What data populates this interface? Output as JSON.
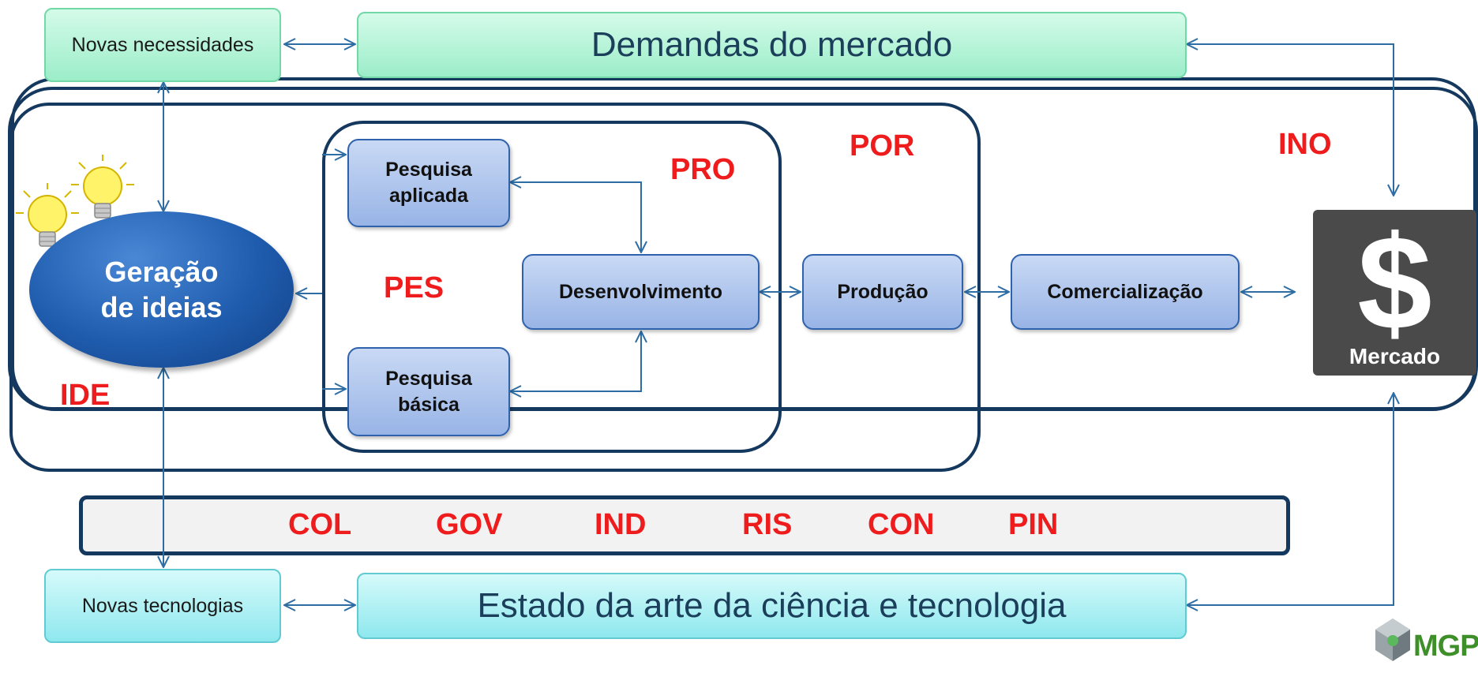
{
  "top": {
    "needs": "Novas necessidades",
    "market_demand": "Demandas do mercado"
  },
  "bottom": {
    "new_tech": "Novas tecnologias",
    "state_of_art": "Estado da arte da ciência e tecnologia"
  },
  "idea": {
    "label": "Geração de ideias"
  },
  "blocks": {
    "applied": "Pesquisa aplicada",
    "basic": "Pesquisa básica",
    "development": "Desenvolvimento",
    "production": "Produção",
    "commercialization": "Comercialização"
  },
  "market": {
    "label": "Mercado",
    "symbol": "$"
  },
  "tags": {
    "ide": "IDE",
    "pes": "PES",
    "pro": "PRO",
    "por": "POR",
    "ino": "INO"
  },
  "bar_tags": [
    "COL",
    "GOV",
    "IND",
    "RIS",
    "CON",
    "PIN"
  ],
  "logo": {
    "text": "MGPDI"
  },
  "colors": {
    "tag_red": "#ee1c1c",
    "frame_navy": "#14385e",
    "arrow_blue": "#2e6da4"
  }
}
